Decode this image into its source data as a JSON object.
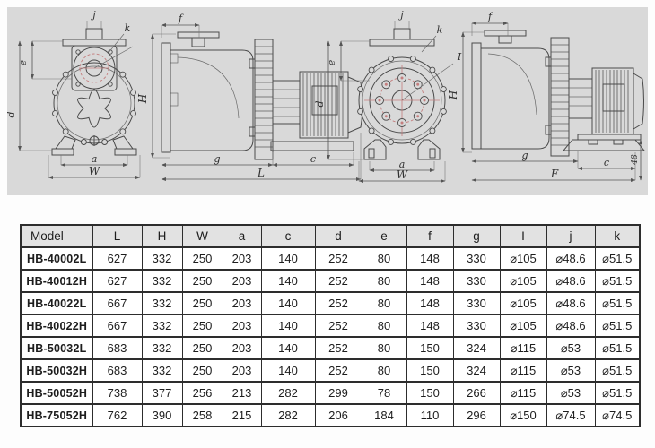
{
  "colors": {
    "panel_bg": "#d9d9d9",
    "table_header_bg": "#e2e2e2",
    "table_border": "#2d2d2d",
    "drawing_line": "#4a4a4a",
    "accent_red": "#c47e7e",
    "text": "#1d1d1d"
  },
  "diagram": {
    "front_a": {
      "j": "j",
      "k": "k",
      "e": "e",
      "d": "d",
      "a": "a",
      "w": "W"
    },
    "side_a": {
      "f": "f",
      "h": "H",
      "g": "g",
      "c": "c",
      "l": "L"
    },
    "front_b": {
      "j": "j",
      "k": "k",
      "i": "I",
      "e": "e",
      "d": "d",
      "a": "a",
      "w": "W"
    },
    "side_b": {
      "f": "f",
      "h": "H",
      "g": "g",
      "c": "c",
      "f_total": "F",
      "base_height": "48"
    }
  },
  "table": {
    "headers": [
      "Model",
      "L",
      "H",
      "W",
      "a",
      "c",
      "d",
      "e",
      "f",
      "g",
      "I",
      "j",
      "k"
    ],
    "rows": [
      [
        "HB-40002L",
        "627",
        "332",
        "250",
        "203",
        "140",
        "252",
        "80",
        "148",
        "330",
        "⌀105",
        "⌀48.6",
        "⌀51.5"
      ],
      [
        "HB-40012H",
        "627",
        "332",
        "250",
        "203",
        "140",
        "252",
        "80",
        "148",
        "330",
        "⌀105",
        "⌀48.6",
        "⌀51.5"
      ],
      [
        "HB-40022L",
        "667",
        "332",
        "250",
        "203",
        "140",
        "252",
        "80",
        "148",
        "330",
        "⌀105",
        "⌀48.6",
        "⌀51.5"
      ],
      [
        "HB-40022H",
        "667",
        "332",
        "250",
        "203",
        "140",
        "252",
        "80",
        "148",
        "330",
        "⌀105",
        "⌀48.6",
        "⌀51.5"
      ],
      [
        "HB-50032L",
        "683",
        "332",
        "250",
        "203",
        "140",
        "252",
        "80",
        "150",
        "324",
        "⌀115",
        "⌀53",
        "⌀51.5"
      ],
      [
        "HB-50032H",
        "683",
        "332",
        "250",
        "203",
        "140",
        "252",
        "80",
        "150",
        "324",
        "⌀115",
        "⌀53",
        "⌀51.5"
      ],
      [
        "HB-50052H",
        "738",
        "377",
        "256",
        "213",
        "282",
        "299",
        "78",
        "150",
        "266",
        "⌀115",
        "⌀53",
        "⌀51.5"
      ],
      [
        "HB-75052H",
        "762",
        "390",
        "258",
        "215",
        "282",
        "206",
        "184",
        "110",
        "296",
        "⌀150",
        "⌀74.5",
        "⌀74.5"
      ]
    ]
  }
}
